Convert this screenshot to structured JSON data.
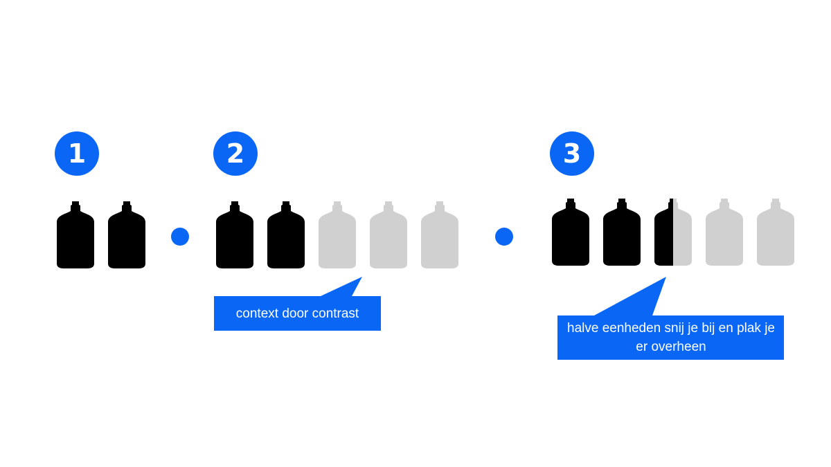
{
  "steps": [
    {
      "number": "1"
    },
    {
      "number": "2"
    },
    {
      "number": "3"
    }
  ],
  "colors": {
    "accent": "#0a66f5",
    "bottle_full": "#000000",
    "bottle_empty": "#d0d0d0",
    "text_on_accent": "#ffffff"
  },
  "groups": [
    {
      "bottles": [
        "full",
        "full"
      ]
    },
    {
      "bottles": [
        "full",
        "full",
        "empty",
        "empty",
        "empty"
      ]
    },
    {
      "bottles": [
        "full",
        "full",
        "half",
        "empty",
        "empty"
      ]
    }
  ],
  "callouts": {
    "contrast": "context door contrast",
    "half_units": "halve eenheden snij je bij en plak je er overheen"
  },
  "separator_icon": "blue-dot"
}
